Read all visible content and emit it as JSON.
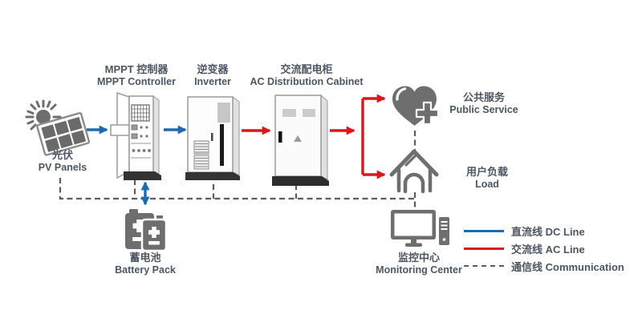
{
  "nodes": {
    "pv": {
      "label_zh": "光伏",
      "label_en": "PV Panels",
      "icon": "solar-panel-sun-icon"
    },
    "mppt": {
      "label_zh": "MPPT 控制器",
      "label_en": "MPPT Controller",
      "icon": "mppt-cabinet-icon"
    },
    "inverter": {
      "label_zh": "逆变器",
      "label_en": "Inverter",
      "icon": "inverter-cabinet-icon"
    },
    "ac_cabinet": {
      "label_zh": "交流配电柜",
      "label_en": "AC Distribution Cabinet",
      "icon": "distribution-cabinet-icon"
    },
    "battery": {
      "label_zh": "蓄电池",
      "label_en": "Battery Pack",
      "icon": "battery-icon"
    },
    "public_service": {
      "label_zh": "公共服务",
      "label_en": "Public Service",
      "icon": "heart-plus-icon"
    },
    "load": {
      "label_zh": "用户负载",
      "label_en": "Load",
      "icon": "house-icon"
    },
    "monitoring": {
      "label_zh": "监控中心",
      "label_en": "Monitoring Center",
      "icon": "computer-icon"
    }
  },
  "legend": {
    "dc": {
      "label": "直流线 DC Line",
      "color": "#1d6ab2",
      "style": "solid"
    },
    "ac": {
      "label": "交流线 AC Line",
      "color": "#e0151b",
      "style": "solid"
    },
    "comm": {
      "label": "通信线 Communication",
      "color": "#5c5c5c",
      "style": "dashed"
    }
  },
  "connections": [
    {
      "from": "pv",
      "to": "mppt",
      "type": "dc",
      "direction": "one-way"
    },
    {
      "from": "mppt",
      "to": "inverter",
      "type": "dc",
      "direction": "one-way"
    },
    {
      "from": "mppt",
      "to": "battery",
      "type": "dc",
      "direction": "two-way"
    },
    {
      "from": "inverter",
      "to": "ac_cabinet",
      "type": "ac",
      "direction": "one-way"
    },
    {
      "from": "ac_cabinet",
      "to": "public_service",
      "type": "ac",
      "direction": "one-way"
    },
    {
      "from": "ac_cabinet",
      "to": "load",
      "type": "ac",
      "direction": "one-way"
    },
    {
      "from": "pv",
      "to": "monitoring",
      "type": "comm"
    },
    {
      "from": "mppt",
      "to": "monitoring",
      "type": "comm"
    },
    {
      "from": "inverter",
      "to": "monitoring",
      "type": "comm"
    },
    {
      "from": "ac_cabinet",
      "to": "monitoring",
      "type": "comm"
    },
    {
      "from": "public_service",
      "to": "load",
      "type": "comm"
    },
    {
      "from": "load",
      "to": "monitoring",
      "type": "comm"
    }
  ],
  "colors": {
    "dc_line": "#1d6ab2",
    "ac_line": "#e0151b",
    "communication_line": "#5c5c5c",
    "icon_gray": "#6e6e6e",
    "text": "#4c5662"
  }
}
